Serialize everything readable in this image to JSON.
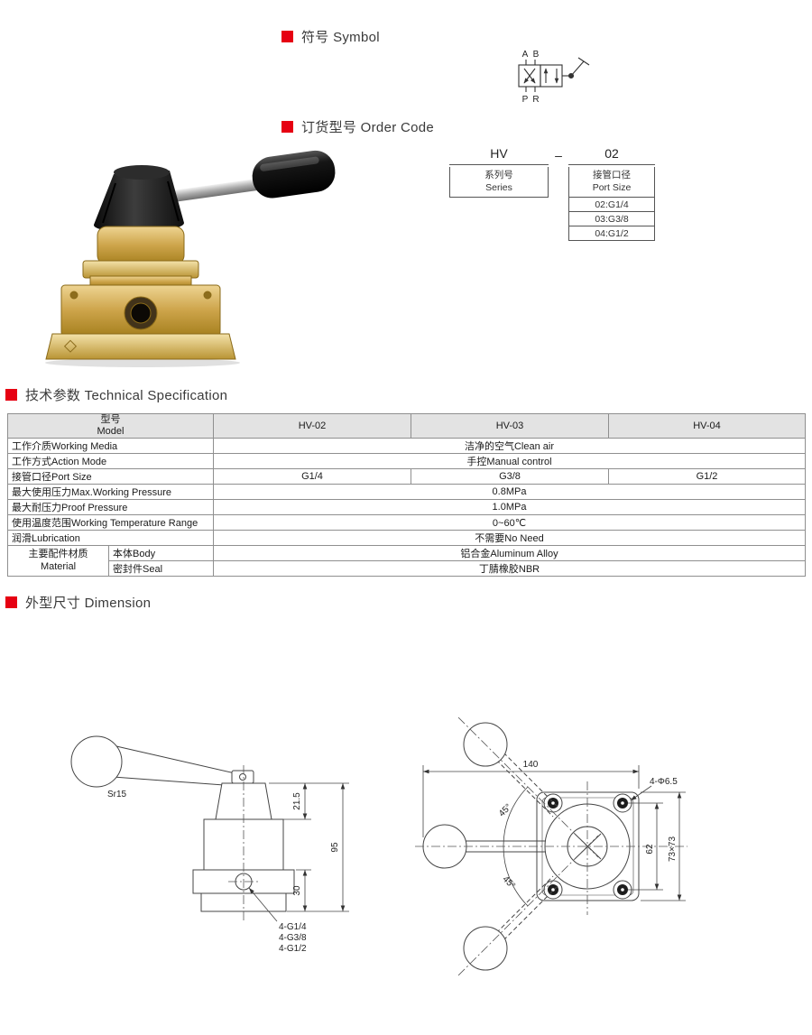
{
  "colors": {
    "accent_red": "#e60012"
  },
  "sections": {
    "symbol": "符号 Symbol",
    "order_code": "订货型号 Order Code",
    "tech_spec": "技术参数 Technical Specification",
    "dimension": "外型尺寸 Dimension"
  },
  "symbol_diagram": {
    "port_a": "A",
    "port_b": "B",
    "port_p": "P",
    "port_r": "R"
  },
  "order_code": {
    "series_value": "HV",
    "separator": "–",
    "port_value": "02",
    "series_label_cn": "系列号",
    "series_label_en": "Series",
    "port_label_cn": "接管口径",
    "port_label_en": "Port Size",
    "port_options": [
      "02:G1/4",
      "03:G3/8",
      "04:G1/2"
    ]
  },
  "spec_table": {
    "header": {
      "model_cn": "型号",
      "model_en": "Model",
      "cols": [
        "HV-02",
        "HV-03",
        "HV-04"
      ]
    },
    "rows": [
      {
        "label": "工作介质Working Media",
        "value": "洁净的空气Clean air"
      },
      {
        "label": "工作方式Action Mode",
        "value": "手控Manual control"
      },
      {
        "label": "接管口径Port Size",
        "values": [
          "G1/4",
          "G3/8",
          "G1/2"
        ]
      },
      {
        "label": "最大使用压力Max.Working Pressure",
        "value": "0.8MPa"
      },
      {
        "label": "最大耐压力Proof Pressure",
        "value": "1.0MPa"
      },
      {
        "label": "使用温度范围Working Temperature Range",
        "value": "0~60℃"
      },
      {
        "label": "润滑Lubrication",
        "value": "不需要No Need"
      }
    ],
    "material": {
      "label_cn": "主要配件材质",
      "label_en": "Material",
      "rows": [
        {
          "part": "本体Body",
          "value": "铝合金Aluminum Alloy"
        },
        {
          "part": "密封件Seal",
          "value": "丁腈橡胶NBR"
        }
      ]
    }
  },
  "dimension_side": {
    "sphere_radius": "Sr15",
    "top_height": "21.5",
    "total_height": "95",
    "base_height": "30",
    "port_labels": [
      "4-G1/4",
      "4-G3/8",
      "4-G1/2"
    ]
  },
  "dimension_top": {
    "lever_span": "140",
    "mounting_holes": "4-Φ6.5",
    "angle_upper": "45°",
    "angle_lower": "45°",
    "hole_spacing": "62",
    "body_size": "73×73"
  }
}
